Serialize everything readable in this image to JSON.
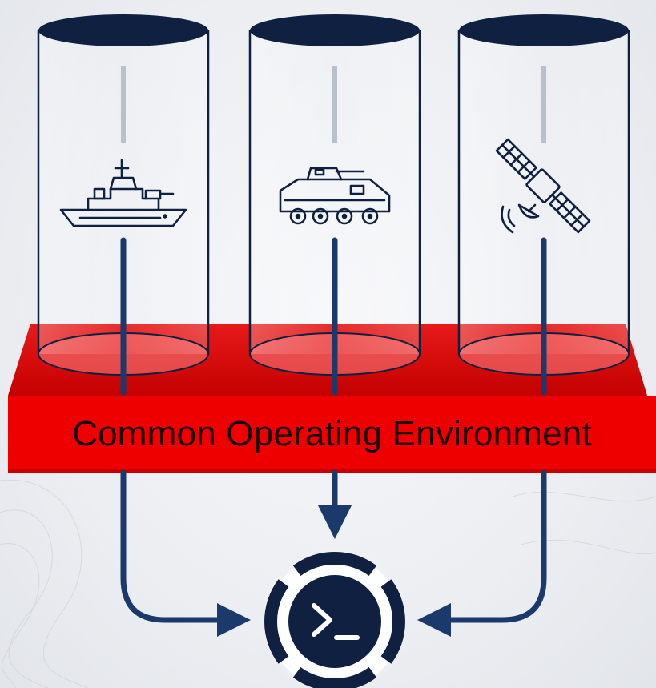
{
  "banner": {
    "label": "Common Operating Environment",
    "color": "#ee0000",
    "plinth_color": "#d40000",
    "text_color": "#1a0000"
  },
  "pillars": [
    {
      "icon": "warship-icon",
      "domain": "maritime"
    },
    {
      "icon": "armored-vehicle-icon",
      "domain": "land"
    },
    {
      "icon": "satellite-icon",
      "domain": "space"
    }
  ],
  "hub": {
    "icon": "terminal-prompt-icon",
    "glyph": ">_"
  },
  "colors": {
    "navy": "#0f2040",
    "line": "#1b3a6b",
    "background": "#eef0f4"
  }
}
